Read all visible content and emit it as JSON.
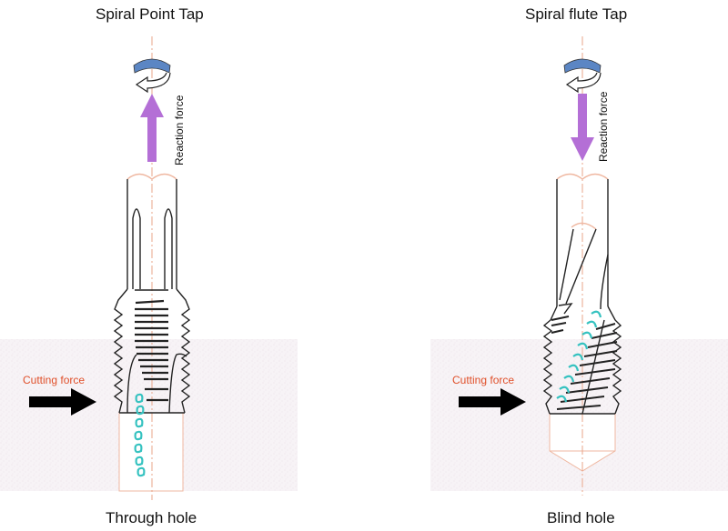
{
  "diagrams": [
    {
      "title": "Spiral Point Tap",
      "reaction_label": "Reaction force",
      "reaction_direction": "up",
      "cutting_label": "Cutting force",
      "hole_caption": "Through hole"
    },
    {
      "title": "Spiral flute Tap",
      "reaction_label": "Reaction force",
      "reaction_direction": "down",
      "cutting_label": "Cutting force",
      "hole_caption": "Blind hole"
    }
  ],
  "colors": {
    "reaction_arrow": "#b46fd6",
    "rotation_arrow": "#5b86c4",
    "chip": "#35c2c0",
    "centerline": "#e9a58a",
    "cutting_label": "#e0502a",
    "workpiece": "#f6f1f5"
  }
}
